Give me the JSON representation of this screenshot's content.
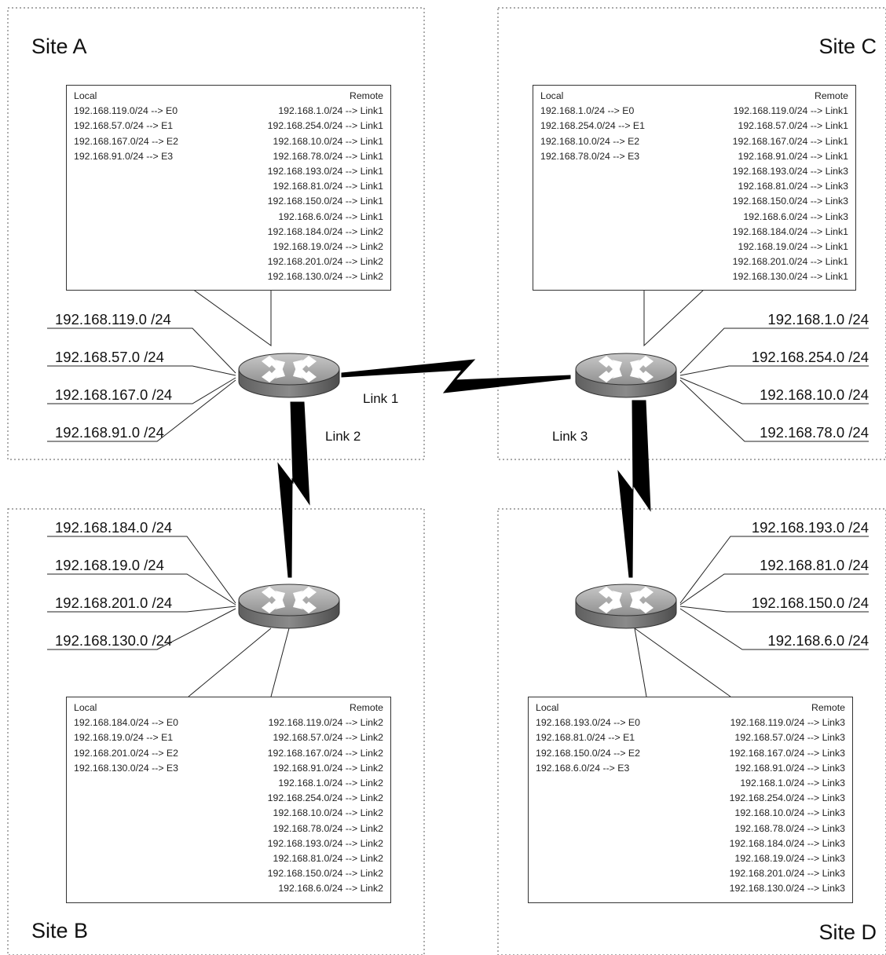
{
  "sites": {
    "a": {
      "name": "Site A",
      "local_header": "Local",
      "remote_header": "Remote",
      "local": [
        "192.168.119.0/24 --> E0",
        "192.168.57.0/24 --> E1",
        "192.168.167.0/24 --> E2",
        "192.168.91.0/24 --> E3"
      ],
      "remote": [
        "192.168.1.0/24 --> Link1",
        "192.168.254.0/24 --> Link1",
        "192.168.10.0/24 --> Link1",
        "192.168.78.0/24 --> Link1",
        "192.168.193.0/24 --> Link1",
        "192.168.81.0/24 --> Link1",
        "192.168.150.0/24 --> Link1",
        "192.168.6.0/24 --> Link1",
        "192.168.184.0/24 --> Link2",
        "192.168.19.0/24 --> Link2",
        "192.168.201.0/24 --> Link2",
        "192.168.130.0/24 --> Link2"
      ],
      "subnets": [
        "192.168.119.0 /24",
        "192.168.57.0 /24",
        "192.168.167.0 /24",
        "192.168.91.0 /24"
      ]
    },
    "b": {
      "name": "Site B",
      "local_header": "Local",
      "remote_header": "Remote",
      "local": [
        "192.168.184.0/24 --> E0",
        "192.168.19.0/24 --> E1",
        "192.168.201.0/24 --> E2",
        "192.168.130.0/24 --> E3"
      ],
      "remote": [
        "192.168.119.0/24 --> Link2",
        "192.168.57.0/24 --> Link2",
        "192.168.167.0/24 --> Link2",
        "192.168.91.0/24 --> Link2",
        "192.168.1.0/24 --> Link2",
        "192.168.254.0/24 --> Link2",
        "192.168.10.0/24 --> Link2",
        "192.168.78.0/24 --> Link2",
        "192.168.193.0/24 --> Link2",
        "192.168.81.0/24 --> Link2",
        "192.168.150.0/24 --> Link2",
        "192.168.6.0/24 --> Link2"
      ],
      "subnets": [
        "192.168.184.0 /24",
        "192.168.19.0 /24",
        "192.168.201.0 /24",
        "192.168.130.0 /24"
      ]
    },
    "c": {
      "name": "Site C",
      "local_header": "Local",
      "remote_header": "Remote",
      "local": [
        "192.168.1.0/24 --> E0",
        "192.168.254.0/24 --> E1",
        "192.168.10.0/24 --> E2",
        "192.168.78.0/24 --> E3"
      ],
      "remote": [
        "192.168.119.0/24 --> Link1",
        "192.168.57.0/24 --> Link1",
        "192.168.167.0/24 --> Link1",
        "192.168.91.0/24 --> Link1",
        "192.168.193.0/24 --> Link3",
        "192.168.81.0/24 --> Link3",
        "192.168.150.0/24 --> Link3",
        "192.168.6.0/24 --> Link3",
        "192.168.184.0/24 --> Link1",
        "192.168.19.0/24 --> Link1",
        "192.168.201.0/24 --> Link1",
        "192.168.130.0/24 --> Link1"
      ],
      "subnets": [
        "192.168.1.0 /24",
        "192.168.254.0 /24",
        "192.168.10.0 /24",
        "192.168.78.0 /24"
      ]
    },
    "d": {
      "name": "Site D",
      "local_header": "Local",
      "remote_header": "Remote",
      "local": [
        "192.168.193.0/24 --> E0",
        "192.168.81.0/24 --> E1",
        "192.168.150.0/24 --> E2",
        "192.168.6.0/24 --> E3"
      ],
      "remote": [
        "192.168.119.0/24 --> Link3",
        "192.168.57.0/24 --> Link3",
        "192.168.167.0/24 --> Link3",
        "192.168.91.0/24 --> Link3",
        "192.168.1.0/24 --> Link3",
        "192.168.254.0/24 --> Link3",
        "192.168.10.0/24 --> Link3",
        "192.168.78.0/24 --> Link3",
        "192.168.184.0/24 --> Link3",
        "192.168.19.0/24 --> Link3",
        "192.168.201.0/24 --> Link3",
        "192.168.130.0/24 --> Link3"
      ],
      "subnets": [
        "192.168.193.0 /24",
        "192.168.81.0 /24",
        "192.168.150.0 /24",
        "192.168.6.0 /24"
      ]
    }
  },
  "links": {
    "link1": "Link 1",
    "link2": "Link 2",
    "link3": "Link 3"
  },
  "icons": {
    "router": "router-icon",
    "serial_link": "lightning-bolt-icon"
  }
}
